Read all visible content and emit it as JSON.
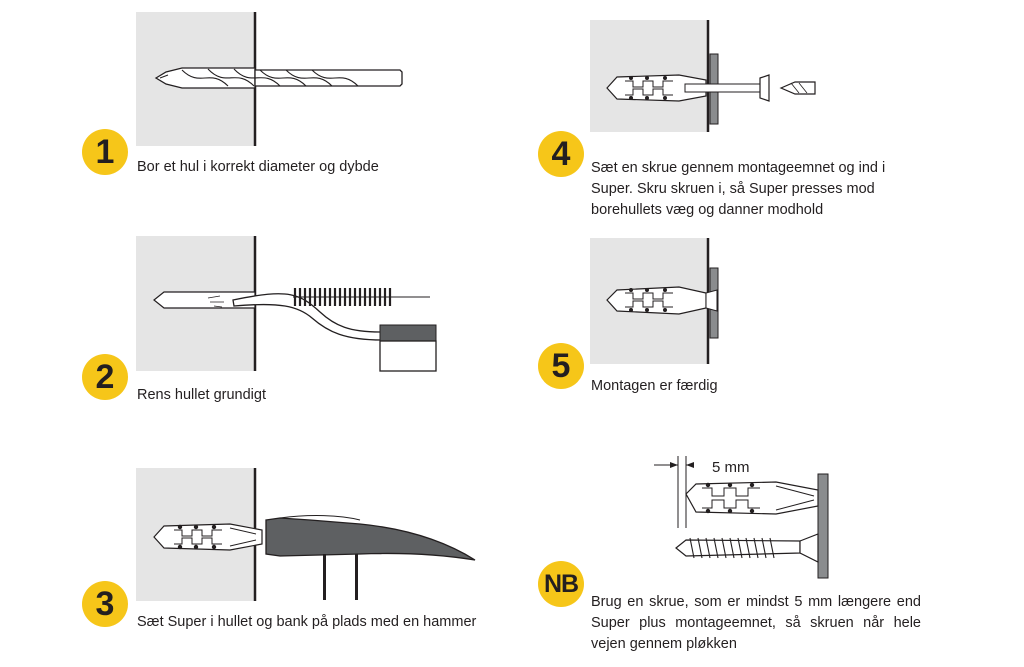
{
  "colors": {
    "badge": "#f6c619",
    "wall": "#e5e5e5",
    "hammer": "#5e6062",
    "outline": "#231f20"
  },
  "steps": [
    {
      "number": "1",
      "text": "Bor et hul i korrekt diameter og dybde",
      "illustration": "drill-bit"
    },
    {
      "number": "2",
      "text": "Rens hullet grundigt",
      "illustration": "cleaning-brush"
    },
    {
      "number": "3",
      "text": "Sæt Super i hullet og bank på plads med en hammer",
      "illustration": "hammer"
    },
    {
      "number": "4",
      "text": "Sæt en skrue gennem montageemnet og ind i Super. Skru skruen i, så Super presses mod borehullets væg og danner modhold",
      "illustration": "screw-insert"
    },
    {
      "number": "5",
      "text": "Montagen er færdig",
      "illustration": "finished-mount"
    }
  ],
  "nb": {
    "label": "NB",
    "dimension_label": "5 mm",
    "text": "Brug en skrue, som er mindst 5 mm længere end Super plus montageemnet, så skruen når hele vejen gennem pløkken"
  }
}
